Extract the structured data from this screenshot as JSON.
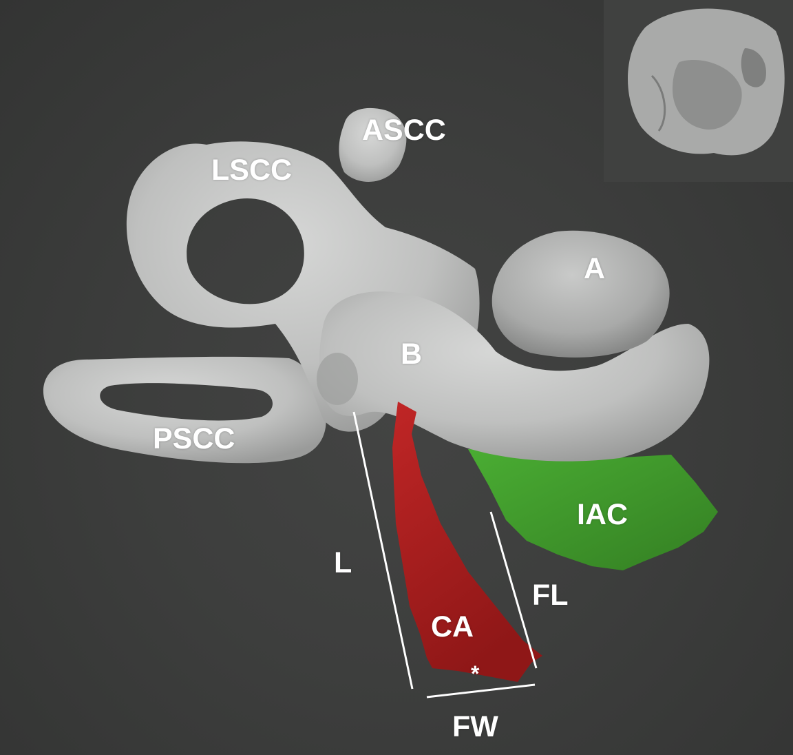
{
  "labels": {
    "ascc": "ASCC",
    "lscc": "LSCC",
    "a": "A",
    "b": "B",
    "pscc": "PSCC",
    "iac": "IAC",
    "l": "L",
    "fl": "FL",
    "ca": "CA",
    "asterisk": "*",
    "fw": "FW"
  },
  "colors": {
    "background": "#3d3e3d",
    "bone": "#c6c7c6",
    "iac": "#3f9a2c",
    "cochlear_aqueduct": "#a81e1e",
    "measurement_lines": "#ffffff",
    "label_text": "#ffffff"
  },
  "inset": {
    "content": "skull-thumbnail"
  }
}
